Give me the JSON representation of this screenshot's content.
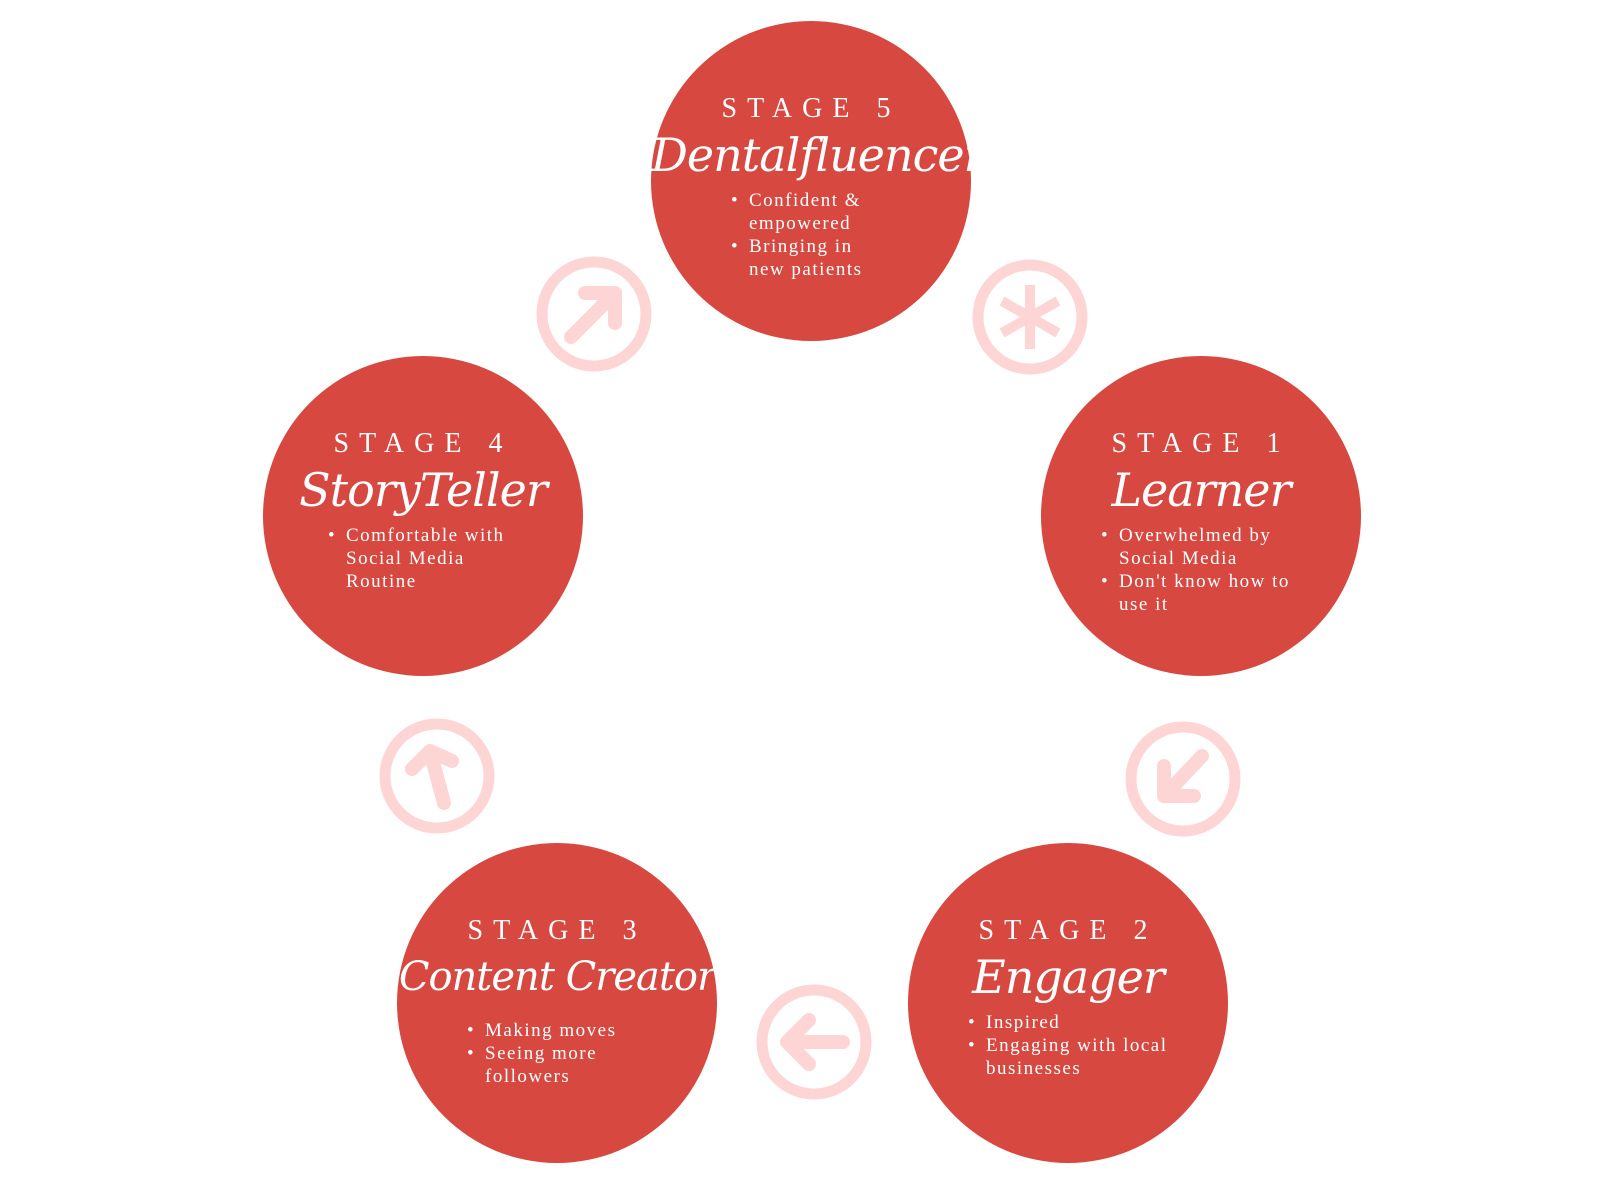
{
  "stages": [
    {
      "label": "STAGE 5",
      "name": "Dentalfluencer",
      "bullets": [
        "Confident & empowered",
        "Bringing in new patients"
      ]
    },
    {
      "label": "STAGE 1",
      "name": "Learner",
      "bullets": [
        "Overwhelmed by Social Media",
        "Don't know how to use it"
      ]
    },
    {
      "label": "STAGE 2",
      "name": "Engager",
      "bullets": [
        "Inspired",
        "Engaging with local businesses"
      ]
    },
    {
      "label": "STAGE 3",
      "name": "Content Creator",
      "bullets": [
        "Making moves",
        "Seeing more followers"
      ]
    },
    {
      "label": "STAGE 4",
      "name": "StoryTeller",
      "bullets": [
        "Comfortable with Social Media Routine"
      ]
    }
  ],
  "icons": [
    "arrow-up-right-icon",
    "asterisk-icon",
    "arrow-down-left-icon",
    "arrow-left-icon",
    "arrow-up-icon"
  ],
  "colors": {
    "circle": "#D64840",
    "icon": "#FDD5D4",
    "text": "#FFFFFF"
  }
}
